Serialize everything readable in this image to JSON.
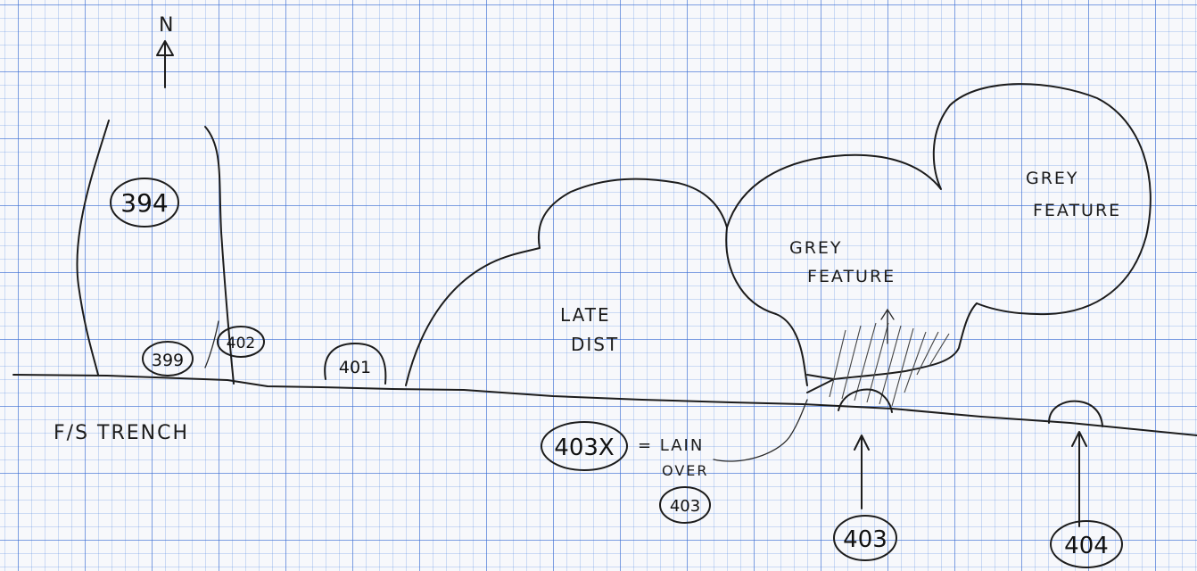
{
  "north": {
    "letter": "N"
  },
  "contexts": {
    "c394": "394",
    "c399": "399",
    "c402": "402",
    "c401": "401",
    "c403x": "403X",
    "c403_ref": "403",
    "c403": "403",
    "c404": "404"
  },
  "labels": {
    "trench": "F/S TRENCH",
    "late_dist_1": "LATE",
    "late_dist_2": "DIST",
    "grey_feature_a_1": "GREY",
    "grey_feature_a_2": "FEATURE",
    "grey_feature_b_1": "GREY",
    "grey_feature_b_2": "FEATURE",
    "equals_note_1": "= LAIN",
    "equals_note_2": "OVER"
  }
}
